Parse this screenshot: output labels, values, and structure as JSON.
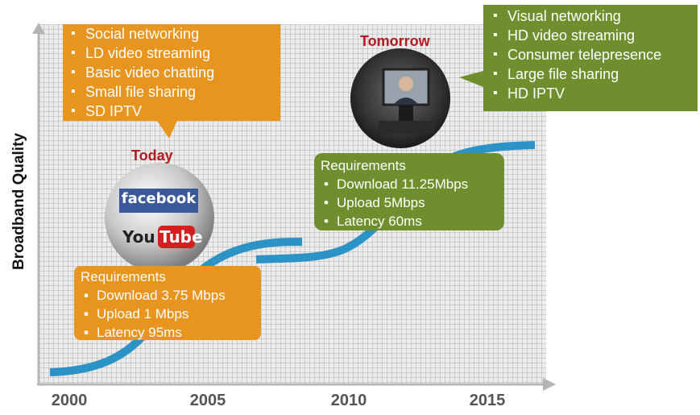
{
  "y_axis_label": "Broadband Quality",
  "x_ticks": [
    "2000",
    "2005",
    "2010",
    "2015"
  ],
  "today": {
    "label": "Today",
    "apps": [
      "Social networking",
      "LD video streaming",
      "Basic video chatting",
      "Small file sharing",
      "SD IPTV"
    ],
    "requirements_title": "Requirements",
    "requirements": [
      "Download 3.75 Mbps",
      "Upload 1 Mbps",
      "Latency 95ms"
    ],
    "logos": [
      "facebook",
      "You",
      "Tube"
    ]
  },
  "tomorrow": {
    "label": "Tomorrow",
    "apps": [
      "Visual networking",
      "HD video streaming",
      "Consumer telepresence",
      "Large file sharing",
      "HD IPTV"
    ],
    "requirements_title": "Requirements",
    "requirements": [
      "Download 11.25Mbps",
      "Upload 5Mbps",
      "Latency 60ms"
    ]
  },
  "colors": {
    "orange": "#e8951f",
    "green": "#6f8f2e",
    "curve": "#2b93c6",
    "accent_red": "#b31b23"
  },
  "icons": [
    "telepresence-screen-icon"
  ]
}
